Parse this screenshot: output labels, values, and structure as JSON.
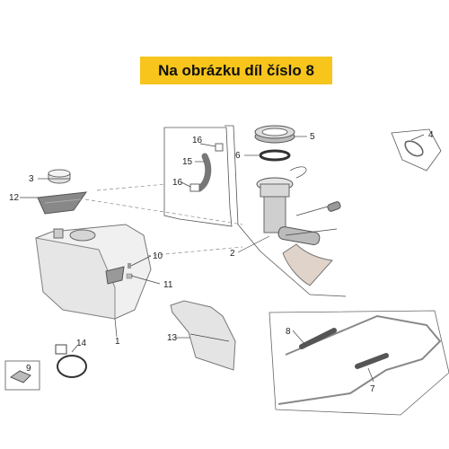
{
  "banner": {
    "text": "Na obrázku díl číslo 8",
    "color": "#f7c51c"
  },
  "callouts": [
    "1",
    "2",
    "3",
    "4",
    "5",
    "6",
    "7",
    "8",
    "9",
    "10",
    "11",
    "12",
    "13",
    "14",
    "15",
    "16",
    "16"
  ],
  "highlight_part": "8"
}
